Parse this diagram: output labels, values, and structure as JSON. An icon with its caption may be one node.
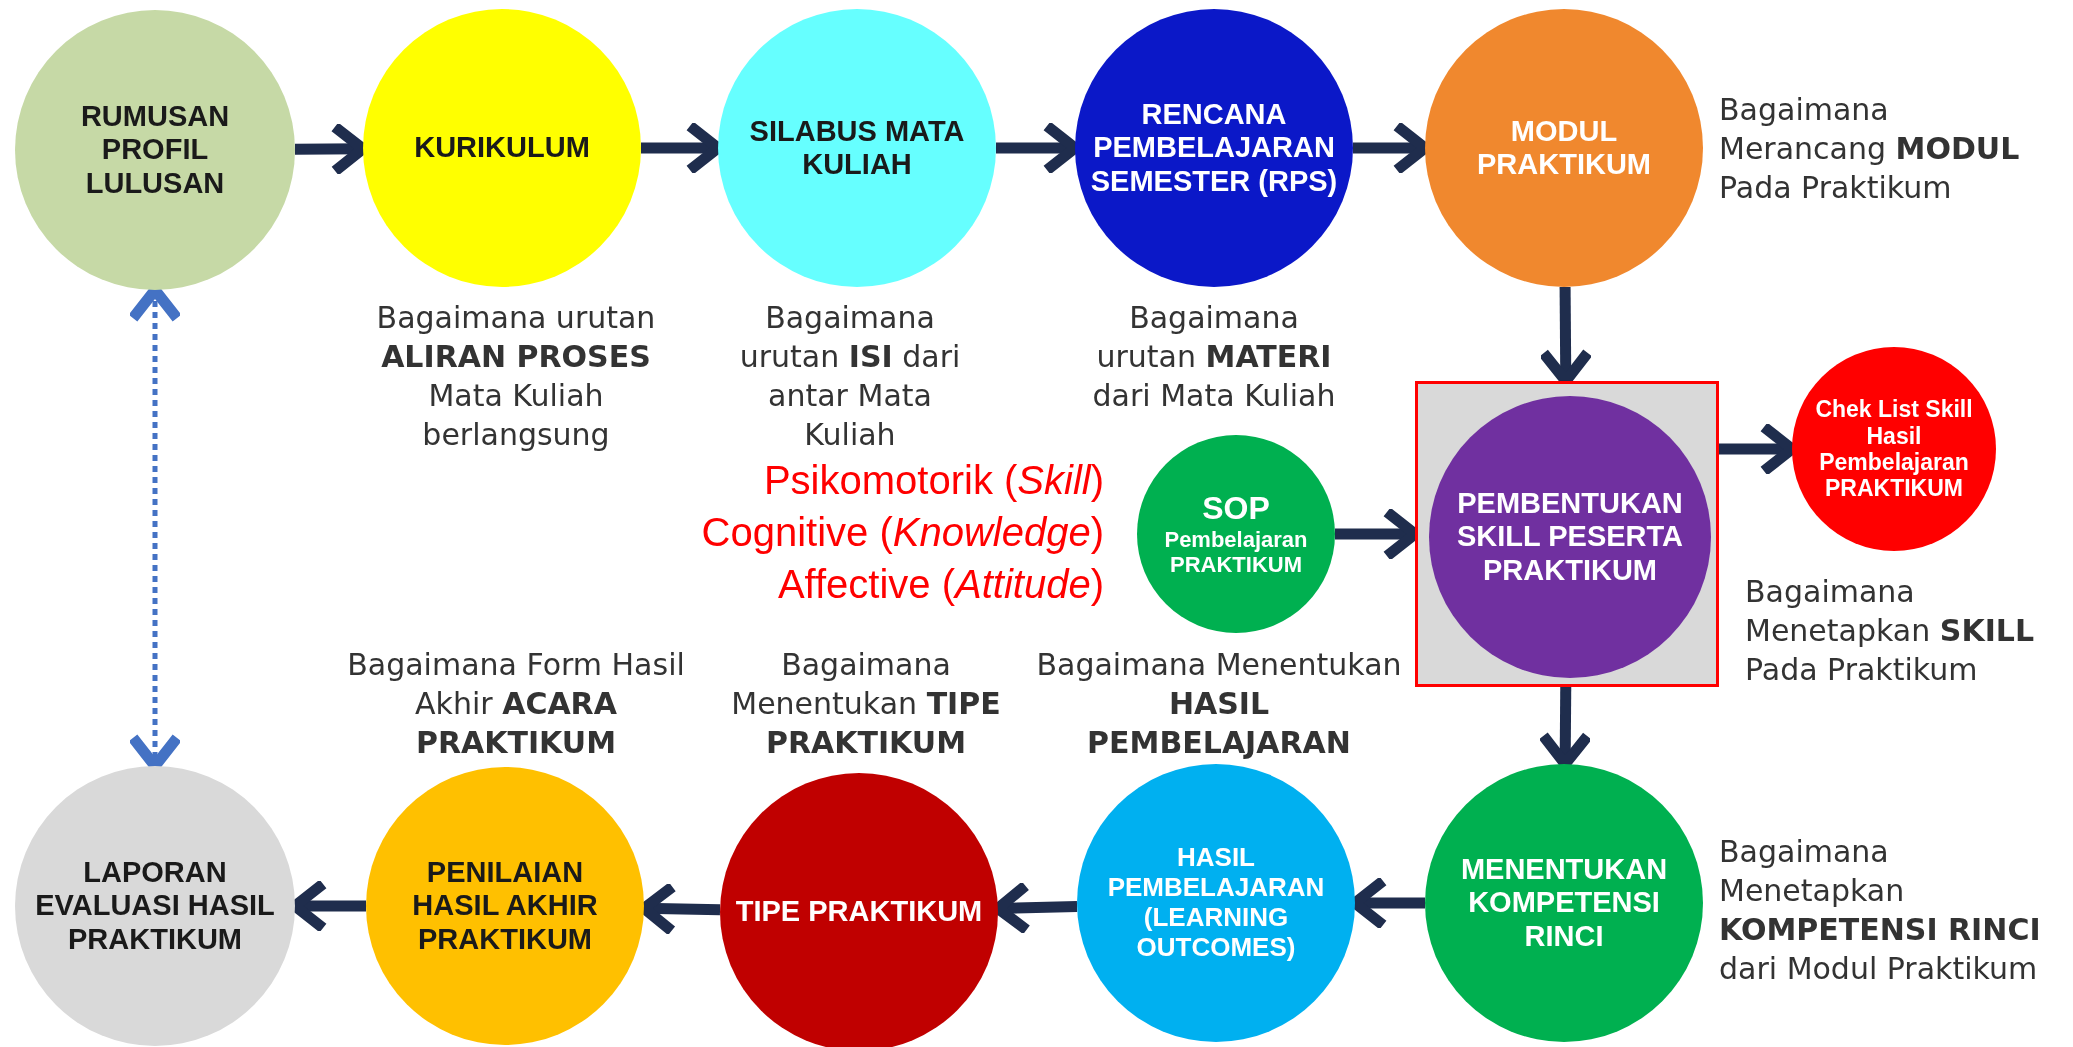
{
  "diagram": {
    "nodes": [
      {
        "text": [
          "RUMUSAN PROFIL LULUSAN"
        ]
      },
      {
        "text": [
          "KURIKULUM"
        ],
        "beside": [
          "Bagaimana urutan **ALIRAN PROSES** Mata Kuliah berlangsung"
        ]
      },
      {
        "text": [
          "SILABUS MATA KULIAH"
        ],
        "beside": [
          "Bagaimana urutan **ISI** dari antar Mata Kuliah"
        ]
      },
      {
        "text": [
          "RENCANA PEMBELAJARAN SEMESTER (RPS)"
        ],
        "beside": [
          "Bagaimana urutan **MATERI** dari Mata Kuliah"
        ]
      },
      {
        "text": [
          "MODUL PRAKTIKUM"
        ],
        "beside": [
          "Bagaimana Merancang **MODUL** Pada Praktikum"
        ]
      },
      {
        "text": [],
        "shape": "box",
        "beside": [
          "Bagaimana Menetapkan **SKILL** Pada Praktikum"
        ]
      },
      {
        "text": [
          "PEMBENTUKAN SKILL PESERTA PRAKTIKUM"
        ],
        "in": 5
      },
      {
        "text": [
          "SOP",
          "Pembelajaran PRAKTIKUM"
        ]
      },
      {
        "text": [
          "Chek List Skill Hasil Pembelajaran PRAKTIKUM"
        ]
      },
      {
        "text": [
          "MENENTUKAN KOMPETENSI RINCI"
        ],
        "beside": [
          "Bagaimana Menetapkan **KOMPETENSI RINCI** dari Modul Praktikum"
        ]
      },
      {
        "text": [
          "HASIL PEMBELAJARAN (LEARNING OUTCOMES)"
        ],
        "beside": [
          "Bagaimana Menentukan **HASIL PEMBELAJARAN**"
        ]
      },
      {
        "text": [
          "TIPE PRAKTIKUM"
        ],
        "beside": [
          "Bagaimana Menentukan **TIPE PRAKTIKUM**"
        ]
      },
      {
        "text": [
          "PENILAIAN HASIL AKHIR PRAKTIKUM"
        ],
        "beside": [
          "Bagaimana Form Hasil Akhir **ACARA PRAKTIKUM**"
        ]
      },
      {
        "text": [
          "LAPORAN EVALUASI HASIL PRAKTIKUM"
        ]
      }
    ],
    "edges": [
      {
        "from": 0,
        "to": 1,
        "arrow": "to"
      },
      {
        "from": 1,
        "to": 2,
        "arrow": "to"
      },
      {
        "from": 2,
        "to": 3,
        "arrow": "to"
      },
      {
        "from": 3,
        "to": 4,
        "arrow": "to"
      },
      {
        "from": 4,
        "to": 5,
        "arrow": "to"
      },
      {
        "from": 7,
        "to": 5,
        "arrow": "to"
      },
      {
        "from": 5,
        "to": 8,
        "arrow": "to"
      },
      {
        "from": 5,
        "to": 9,
        "arrow": "to"
      },
      {
        "from": 9,
        "to": 10,
        "arrow": "to"
      },
      {
        "from": 10,
        "to": 11,
        "arrow": "to"
      },
      {
        "from": 11,
        "to": 12,
        "arrow": "to"
      },
      {
        "from": 12,
        "to": 13,
        "arrow": "to"
      },
      {
        "from": 0,
        "to": 13,
        "arrow": "both",
        "style": "dashed",
        "color": "#4472c4"
      }
    ],
    "labels": [
      "Psikomotorik (*Skill*)",
      "Cognitive (*Knowledge*)",
      "Affective (*Attitude*)"
    ]
  }
}
